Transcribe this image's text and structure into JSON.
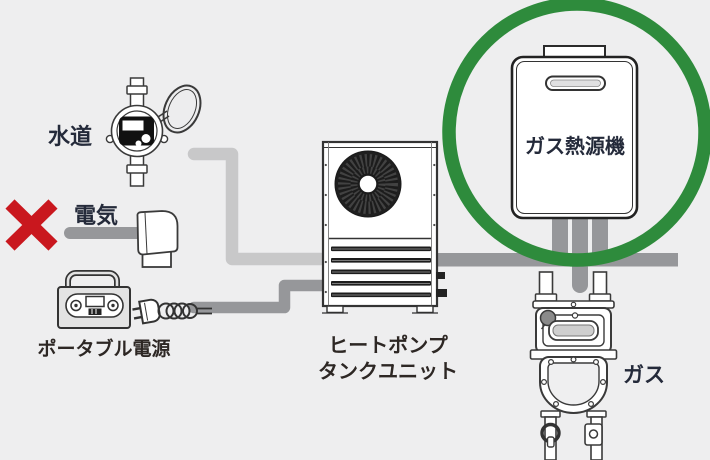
{
  "diagram_title": "energy-source-system-diagram",
  "labels": {
    "water": "水道",
    "electricity": "電気",
    "portable_power": "ポータブル電源",
    "heat_pump_line1": "ヒートポンプ",
    "heat_pump_line2": "タンクユニット",
    "gas_heat_source": "ガス熱源機",
    "gas": "ガス"
  },
  "colors": {
    "background": "#eeeeef",
    "highlight_circle_green": "#2e8b3c",
    "prohibited_x_red": "#c9171e",
    "pipe_light_gray": "#c8c8c9",
    "pipe_medium_gray": "#96979a",
    "utility_label_text": "#242a3a",
    "equipment_label_text": "#2d2724"
  },
  "icons": {
    "water_meter": "water-meter-icon",
    "prohibited_x": "prohibited-x-icon",
    "electric_meter": "electric-meter-icon",
    "portable_power_station": "portable-power-station-icon",
    "power_plug": "power-plug-icon",
    "heat_pump_unit": "heat-pump-unit-icon",
    "gas_heat_source_unit": "gas-heat-source-unit-icon",
    "gas_meter": "gas-meter-icon",
    "highlight_circle": "green-highlight-circle"
  }
}
